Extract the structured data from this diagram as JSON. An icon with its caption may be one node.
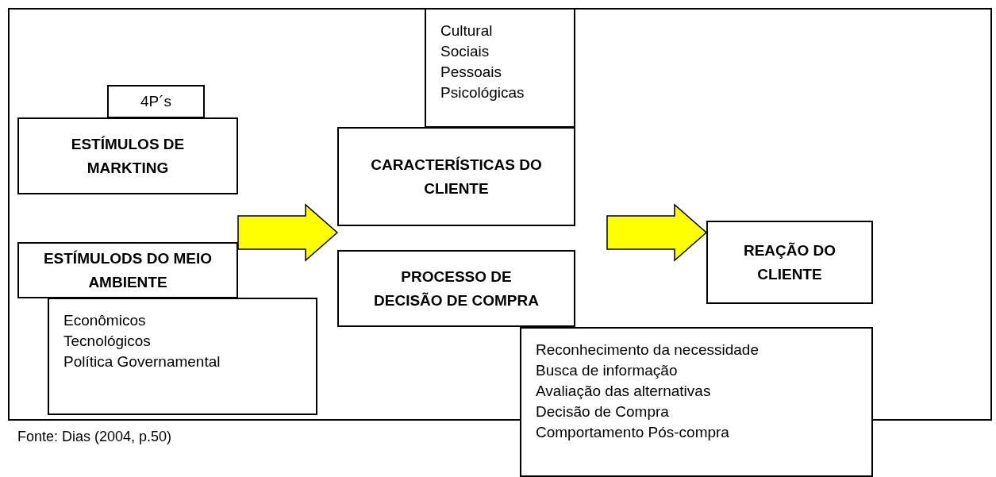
{
  "diagram": {
    "caption": "Fonte: Dias (2004, p.50)",
    "nodes": [
      {
        "text": [
          "4P´s"
        ]
      },
      {
        "text": [
          "ESTÍMULOS DE MARKTING"
        ]
      },
      {
        "text": [
          "ESTÍMULODS DO MEIO AMBIENTE"
        ]
      },
      {
        "text": [
          "Econômicos",
          "Tecnológicos",
          "Política Governamental"
        ]
      },
      {
        "text": [
          "Cultural",
          "Sociais",
          "Pessoais",
          "Psicológicas"
        ]
      },
      {
        "text": [
          "CARACTERÍSTICAS DO CLIENTE"
        ]
      },
      {
        "text": [
          "PROCESSO DE DECISÃO DE COMPRA"
        ]
      },
      {
        "text": [
          "Reconhecimento da necessidade",
          "Busca de informação",
          "Avaliação das alternativas",
          "Decisão de Compra",
          "Comportamento Pós-compra"
        ]
      },
      {
        "text": [
          "REAÇÃO DO CLIENTE"
        ]
      }
    ],
    "edges": [
      {
        "from": 1,
        "to": 5,
        "arrow": "to",
        "style": "thick",
        "color": "#ffff00"
      },
      {
        "from": 5,
        "to": 8,
        "arrow": "to",
        "style": "thick",
        "color": "#ffff00"
      }
    ]
  }
}
